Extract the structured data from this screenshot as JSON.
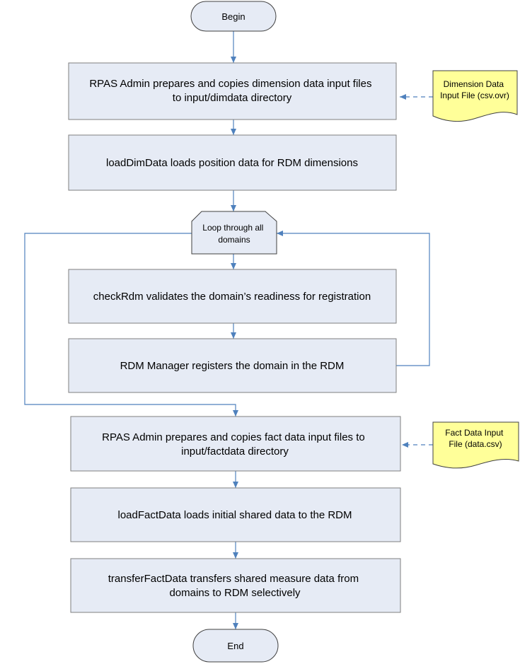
{
  "nodes": {
    "begin": "Begin",
    "prepare_dim": [
      "RPAS Admin prepares and copies dimension data input files",
      "to input/dimdata directory"
    ],
    "load_dim": [
      "loadDimData loads position data for RDM dimensions"
    ],
    "loop": [
      "Loop through all",
      "domains"
    ],
    "check_rdm": [
      "checkRdm validates the domain’s readiness for registration"
    ],
    "register": [
      "RDM Manager registers the domain in the RDM"
    ],
    "prepare_fact": [
      "RPAS Admin prepares and copies fact data input files to",
      "input/factdata directory"
    ],
    "load_fact": [
      "loadFactData loads initial shared data to the RDM"
    ],
    "transfer_fact": [
      "transferFactData transfers shared measure data from",
      "domains to RDM selectively"
    ],
    "end": "End"
  },
  "documents": {
    "dim_input": [
      "Dimension Data",
      "Input File (csv.ovr)"
    ],
    "fact_input": [
      "Fact Data Input",
      "File (data.csv)"
    ]
  },
  "colors": {
    "box_fill": "#e6ebf5",
    "doc_fill": "#ffff99",
    "connector": "#4f81bd"
  }
}
